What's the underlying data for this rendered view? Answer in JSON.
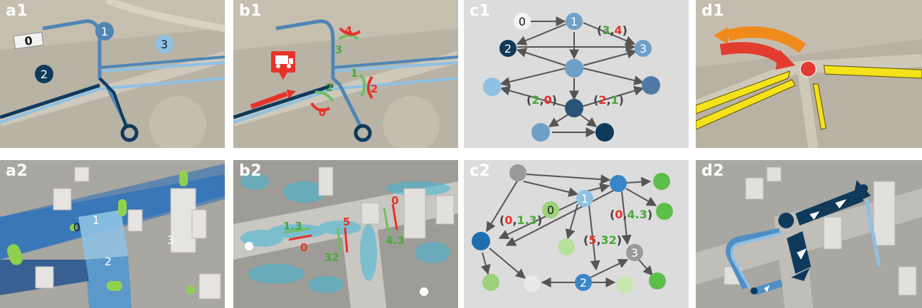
{
  "panels": {
    "a1": {
      "label": "a1",
      "badges": [
        "0",
        "1",
        "2",
        "3"
      ]
    },
    "b1": {
      "label": "b1",
      "flows": [
        "4",
        "3",
        "1",
        "2",
        "2",
        "0"
      ]
    },
    "c1": {
      "label": "c1",
      "nodes": [
        "0",
        "1",
        "2",
        "3"
      ],
      "pairs": [
        {
          "open": "(",
          "a": "3",
          "sep": ",",
          "b": "4",
          "close": ")"
        },
        {
          "open": "(",
          "a": "2",
          "sep": ",",
          "b": "0",
          "close": ")"
        },
        {
          "open": "(",
          "a": "2",
          "sep": ",",
          "b": "1",
          "close": ")"
        }
      ]
    },
    "d1": {
      "label": "d1"
    },
    "a2": {
      "label": "a2",
      "zones": [
        "0",
        "1",
        "2",
        "3"
      ]
    },
    "b2": {
      "label": "b2",
      "flows": [
        "1.3",
        "0",
        "5",
        "32",
        "0",
        "4.3"
      ]
    },
    "c2": {
      "label": "c2",
      "nodes": [
        "0",
        "1",
        "2",
        "3"
      ],
      "pairs": [
        {
          "open": "(",
          "a": "0",
          "sep": ",",
          "b": "1.3",
          "close": ")"
        },
        {
          "open": "(",
          "a": "0",
          "sep": ",",
          "b": "4.3",
          "close": ")"
        },
        {
          "open": "(",
          "a": "5",
          "sep": ",",
          "b": "32",
          "close": ")"
        }
      ]
    },
    "d2": {
      "label": "d2"
    }
  },
  "colors": {
    "green_value": "#4aa83a",
    "red_value": "#e8332a",
    "dark_blue": "#0f3a5c",
    "mid_blue": "#4f86b5",
    "light_blue": "#8fc1e3",
    "yellow": "#f5e21a",
    "orange": "#f08a1c",
    "red": "#e23b30",
    "graph_bg": "#dcdcdc"
  }
}
